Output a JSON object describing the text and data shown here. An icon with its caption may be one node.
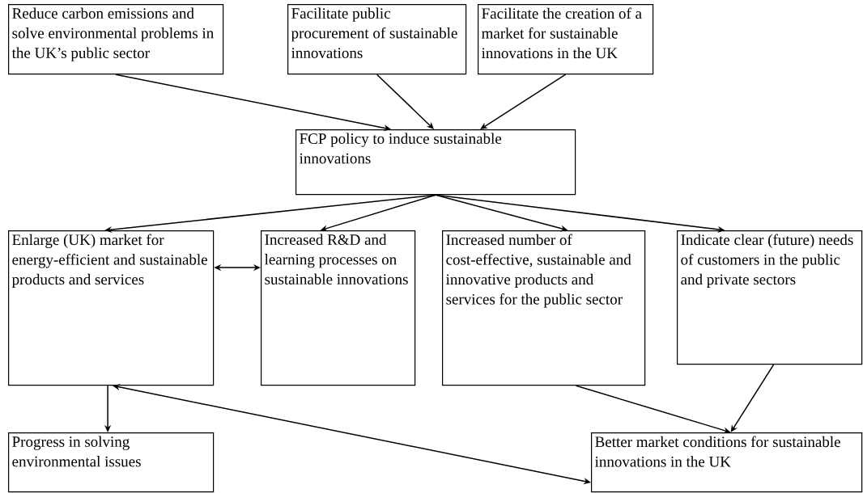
{
  "diagram": {
    "nodes": [
      {
        "text": [
          "Reduce carbon emissions and solve environmental problems in the UK’s public sector"
        ]
      },
      {
        "text": [
          "Facilitate public procurement of sustainable innovations"
        ]
      },
      {
        "text": [
          "Facilitate the creation of a market for sustainable innovations in the UK"
        ]
      },
      {
        "text": [
          "FCP policy to induce sustainable innovations"
        ]
      },
      {
        "text": [
          "Enlarge (UK) market for energy-efficient and sustainable products and services"
        ]
      },
      {
        "text": [
          "Increased R&D and learning processes on sustainable innovations"
        ]
      },
      {
        "text": [
          "Increased number of cost-effective, sustainable and innovative products and services for the public sector"
        ]
      },
      {
        "text": [
          "Indicate clear (future) needs of customers in the public and private sectors"
        ]
      },
      {
        "text": [
          "Progress in solving environmental issues"
        ]
      },
      {
        "text": [
          "Better market conditions for sustainable innovations in the UK"
        ]
      }
    ],
    "edges": [
      {
        "from": 0,
        "to": 3,
        "arrow": "to"
      },
      {
        "from": 1,
        "to": 3,
        "arrow": "to"
      },
      {
        "from": 2,
        "to": 3,
        "arrow": "to"
      },
      {
        "from": 3,
        "to": 4,
        "arrow": "to"
      },
      {
        "from": 3,
        "to": 5,
        "arrow": "to"
      },
      {
        "from": 3,
        "to": 6,
        "arrow": "to"
      },
      {
        "from": 3,
        "to": 7,
        "arrow": "to"
      },
      {
        "from": 4,
        "to": 5,
        "arrow": "both"
      },
      {
        "from": 4,
        "to": 8,
        "arrow": "to"
      },
      {
        "from": 4,
        "to": 9,
        "arrow": "both"
      },
      {
        "from": 6,
        "to": 9,
        "arrow": "to"
      },
      {
        "from": 7,
        "to": 9,
        "arrow": "to"
      }
    ]
  }
}
